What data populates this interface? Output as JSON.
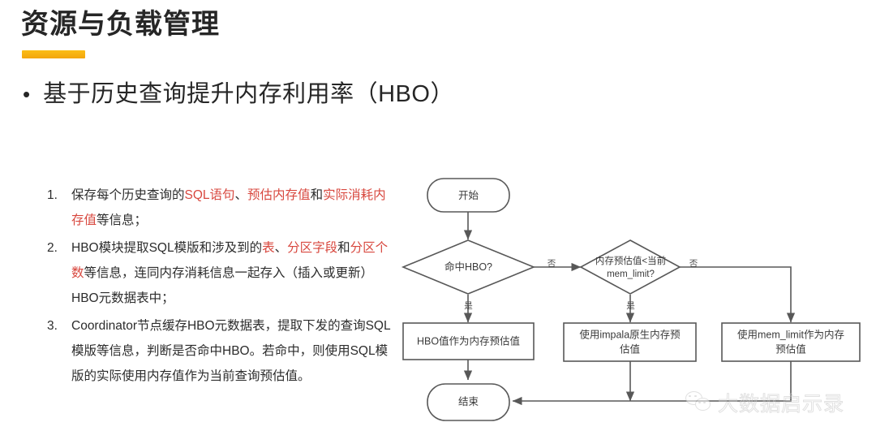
{
  "slide": {
    "title": "资源与负载管理",
    "accent_color": "#f5a91a",
    "bullet": {
      "marker": "•",
      "text": "基于历史查询提升内存利用率（HBO）"
    }
  },
  "list": {
    "highlight_color": "#d8483f",
    "items": [
      {
        "marker": "1.",
        "segments": [
          {
            "text": "保存每个历史查询的",
            "highlight": false
          },
          {
            "text": "SQL语句",
            "highlight": true
          },
          {
            "text": "、",
            "highlight": false
          },
          {
            "text": "预估内存值",
            "highlight": true
          },
          {
            "text": "和",
            "highlight": false
          },
          {
            "text": "实际消耗内存值",
            "highlight": true
          },
          {
            "text": "等信息；",
            "highlight": false
          }
        ]
      },
      {
        "marker": "2.",
        "segments": [
          {
            "text": "HBO模块提取SQL模版和涉及到的",
            "highlight": false
          },
          {
            "text": "表",
            "highlight": true
          },
          {
            "text": "、",
            "highlight": false
          },
          {
            "text": "分区字段",
            "highlight": true
          },
          {
            "text": "和",
            "highlight": false
          },
          {
            "text": "分区个数",
            "highlight": true
          },
          {
            "text": "等信息，连同内存消耗信息一起存入（插入或更新）HBO元数据表中；",
            "highlight": false
          }
        ]
      },
      {
        "marker": "3.",
        "segments": [
          {
            "text": "Coordinator节点缓存HBO元数据表，提取下发的查询SQL模版等信息，判断是否命中HBO。若命中，则使用SQL模版的实际使用内存值作为当前查询预估值。",
            "highlight": false
          }
        ]
      }
    ]
  },
  "flowchart": {
    "nodes": {
      "start": "开始",
      "decision_hbo": "命中HBO?",
      "decision_mem_line1": "内存预估值<当前",
      "decision_mem_line2": "mem_limit?",
      "box_hbo": "HBO值作为内存预估值",
      "box_impala_line1": "使用impala原生内存预",
      "box_impala_line2": "估值",
      "box_memlimit_line1": "使用mem_limit作为内存",
      "box_memlimit_line2": "预估值",
      "end": "结束"
    },
    "edge_labels": {
      "hbo_yes": "是",
      "hbo_no": "否",
      "mem_yes": "是",
      "mem_no": "否"
    }
  },
  "watermark": {
    "text": "大数据启示录"
  }
}
